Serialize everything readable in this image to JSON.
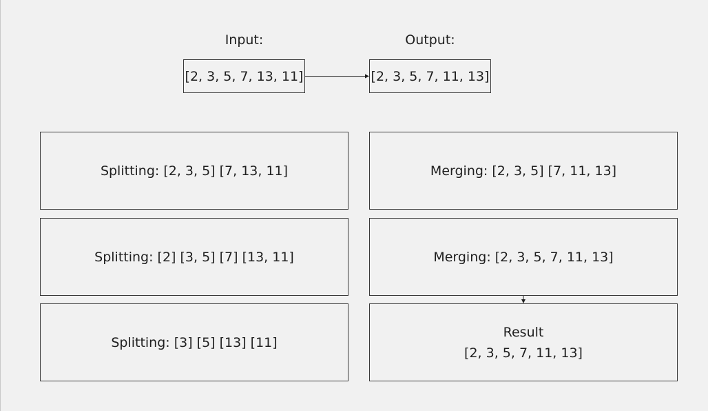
{
  "input": {
    "heading": "Input:",
    "value": "[2, 3, 5, 7, 13, 11]"
  },
  "output": {
    "heading": "Output:",
    "value": "[2, 3, 5, 7, 11, 13]"
  },
  "splitting": [
    "Splitting: [2, 3, 5] [7, 13, 11]",
    "Splitting: [2] [3, 5] [7] [13, 11]",
    "Splitting: [3] [5] [13] [11]"
  ],
  "merging": [
    "Merging: [2, 3, 5] [7, 11, 13]",
    "Merging: [2, 3, 5, 7, 11, 13]"
  ],
  "result": {
    "title": "Result",
    "value": "[2, 3, 5, 7, 11, 13]"
  }
}
